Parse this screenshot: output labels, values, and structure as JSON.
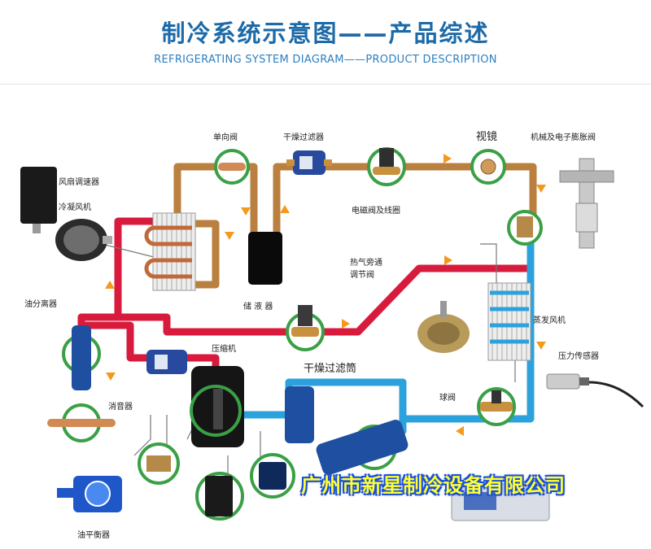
{
  "header": {
    "title": "制冷系统示意图——产品综述",
    "subtitle": "REFRIGERATING SYSTEM DIAGRAM——PRODUCT DESCRIPTION"
  },
  "labels": {
    "fan_speed": "风扇调速器",
    "condenser_fan": "冷凝风机",
    "oil_separator": "油分离器",
    "check_valve": "单向阀",
    "receiver": "储 液 器",
    "dryer_filter": "干燥过滤器",
    "solenoid_valve": "电磁阀及线圈",
    "sight_glass": "视镜",
    "expansion_valve": "机械及电子膨胀阀",
    "hot_gas_bypass": "热气旁通",
    "hot_gas_bypass2": "调节阀",
    "evaporator_fan": "蒸发风机",
    "pressure_sensor": "压力传感器",
    "compressor": "压缩机",
    "filter_cartridge": "干燥过滤筒",
    "ball_valve": "球阀",
    "muffler": "消音器",
    "oil_balancer": "油平衡器"
  },
  "company": "广州市新星制冷设备有限公司",
  "colors": {
    "high_gas": "#d81b3c",
    "liquid": "#b9803f",
    "suction": "#2ca2dc",
    "green_ring": "#3aa046",
    "arrow": "#f39a1e",
    "title": "#1d6aa8"
  }
}
